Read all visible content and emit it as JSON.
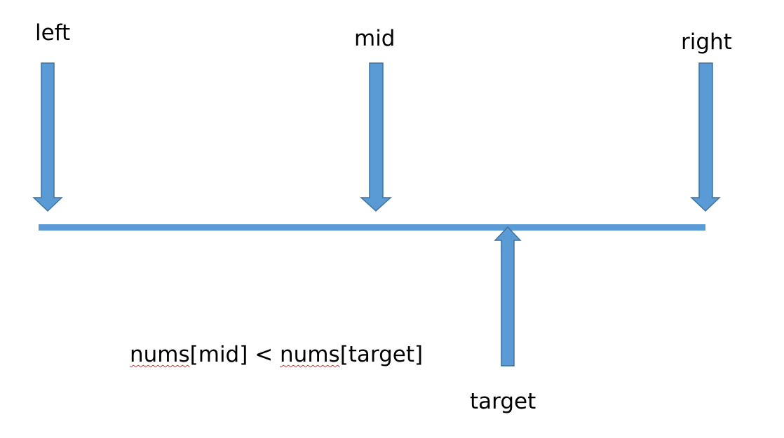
{
  "labels": {
    "left": "left",
    "mid": "mid",
    "right": "right",
    "target": "target"
  },
  "expression": {
    "lhs_name": "nums",
    "lhs_index": "[mid]",
    "operator": " < ",
    "rhs_name": "nums",
    "rhs_index": "[target]"
  },
  "colors": {
    "arrow_fill": "#5B9BD5",
    "arrow_stroke": "#41719C",
    "line": "#5B9BD5",
    "spellcheck_underline": "#e03030"
  },
  "icons": {
    "pointer": "down-arrow-icon",
    "target_pointer": "up-arrow-icon"
  }
}
